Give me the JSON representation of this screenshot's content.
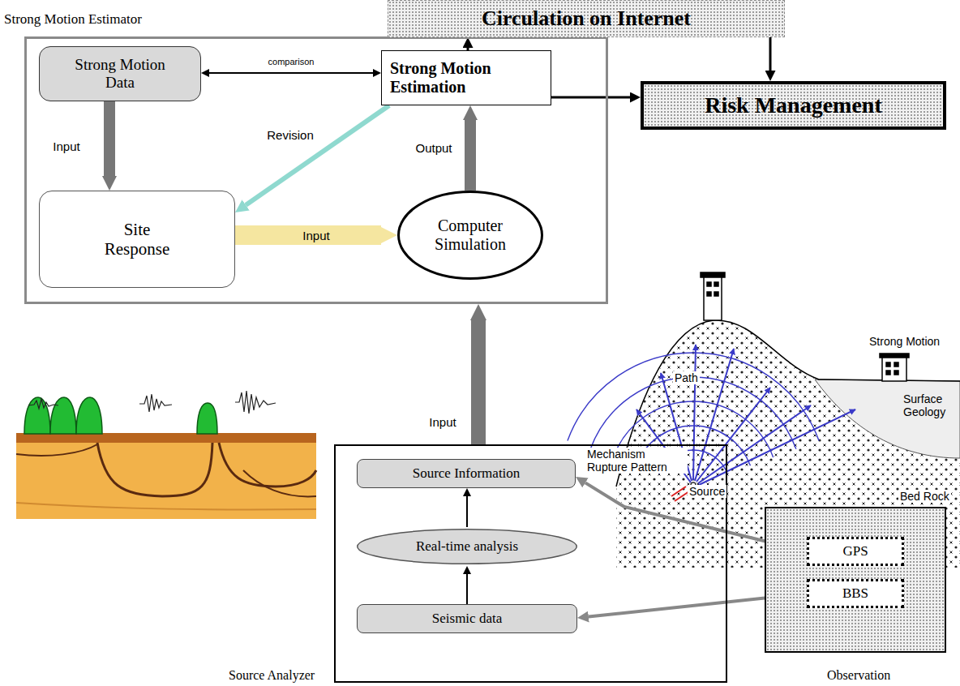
{
  "diagram": {
    "nodes": [
      {
        "text": [
          "Strong Motion Estimator"
        ]
      },
      {
        "text": [
          "Circulation on Internet"
        ]
      },
      {
        "text": [
          "Strong Motion Data"
        ],
        "in": 0
      },
      {
        "text": [
          "Strong Motion Estimation"
        ],
        "in": 0
      },
      {
        "text": [
          "Site Response"
        ],
        "in": 0
      },
      {
        "text": [
          "Computer Simulation"
        ],
        "in": 0
      },
      {
        "text": [
          "Risk Management"
        ]
      },
      {
        "text": [
          "Source Analyzer"
        ]
      },
      {
        "text": [
          "Source Information"
        ],
        "in": 7
      },
      {
        "text": [
          "Real-time analysis"
        ],
        "in": 7
      },
      {
        "text": [
          "Seismic data"
        ],
        "in": 7
      },
      {
        "text": [
          "Observation"
        ]
      },
      {
        "text": [
          "GPS"
        ],
        "in": 11
      },
      {
        "text": [
          "BBS"
        ],
        "in": 11
      }
    ],
    "edges": [
      {
        "from": 2,
        "to": 3,
        "label": "comparison",
        "arrow": "both"
      },
      {
        "from": 3,
        "to": 1,
        "arrow": "to"
      },
      {
        "from": 1,
        "to": 6,
        "arrow": "to"
      },
      {
        "from": 3,
        "to": 6,
        "arrow": "to"
      },
      {
        "from": 2,
        "to": 4,
        "label": "Input",
        "arrow": "to"
      },
      {
        "from": 3,
        "to": 4,
        "label": "Revision",
        "arrow": "to"
      },
      {
        "from": 4,
        "to": 5,
        "label": "Input",
        "arrow": "to"
      },
      {
        "from": 5,
        "to": 3,
        "label": "Output",
        "arrow": "to"
      },
      {
        "from": 7,
        "to": 0,
        "label": "Input",
        "arrow": "to"
      },
      {
        "from": 10,
        "to": 9,
        "arrow": "to"
      },
      {
        "from": 9,
        "to": 8,
        "arrow": "to"
      },
      {
        "from": 12,
        "to": 8,
        "arrow": "to"
      },
      {
        "from": 13,
        "to": 10,
        "arrow": "to"
      }
    ],
    "labels": [
      "Mechanism Rupture Pattern",
      "Strong Motion",
      "Path",
      "Surface Geology",
      "Source",
      "Bed Rock"
    ]
  }
}
